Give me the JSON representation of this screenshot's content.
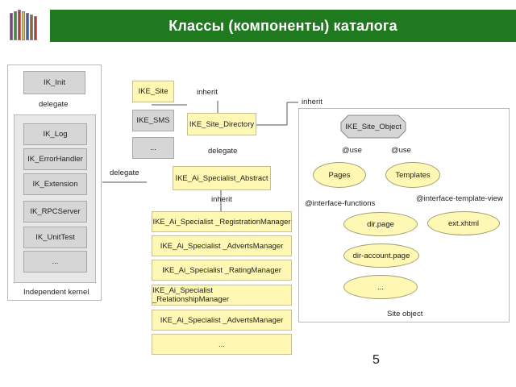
{
  "title": "Классы (компоненты) каталога",
  "page_number": "5",
  "kernel": {
    "top": "IK_Init",
    "delegate_label": "delegate",
    "items": [
      "IK_Log",
      "IK_ErrorHandler",
      "IK_Extension",
      "IK_RPCServer",
      "IK_UnitTest",
      "..."
    ],
    "caption": "Independent kernel"
  },
  "site": {
    "ike_site": "IKE_Site",
    "inherit_1": "inherit",
    "ike_sms": "IKE_SMS",
    "ellipsis": "...",
    "directory": "IKE_Site_Directory",
    "delegate_1": "delegate",
    "delegate_2": "delegate",
    "inherit_right": "inherit"
  },
  "specialist": {
    "abstract": "IKE_Ai_Specialist_Abstract",
    "inherit_label": "inherit",
    "managers": [
      "IKE_Ai_Specialist _RegistrationManager",
      "IKE_Ai_Specialist _AdvertsManager",
      "IKE_Ai_Specialist _RatingManager",
      "IKE_Ai_Specialist _RelationshipManager",
      "IKE_Ai_Specialist _AdvertsManager",
      "..."
    ]
  },
  "site_object": {
    "root": "IKE_Site_Object",
    "use_1": "@use",
    "use_2": "@use",
    "pages": "Pages",
    "templates": "Templates",
    "if_functions": "@interface-functions",
    "if_template_view": "@interface-template-view",
    "dir_page": "dir.page",
    "dir_account_page": "dir-account.page",
    "ellipsis": "...",
    "ext_xhtml": "ext.xhtml",
    "caption": "Site object"
  },
  "colors": {
    "header_green": "#1f7a1f",
    "box_yellow": "#fff8b4",
    "box_grey": "#d6d6d6"
  }
}
